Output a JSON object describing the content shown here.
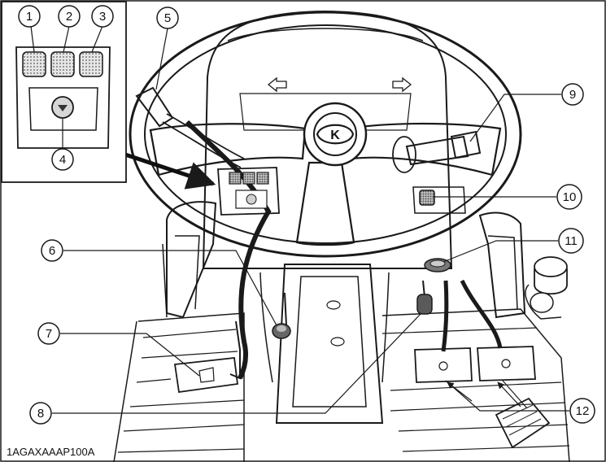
{
  "figure": {
    "caption": "1AGAXAAAP100A",
    "logo_letter": "K"
  },
  "callouts": [
    {
      "id": 1,
      "label": "①"
    },
    {
      "id": 2,
      "label": "②"
    },
    {
      "id": 3,
      "label": "③"
    },
    {
      "id": 4,
      "label": "④"
    },
    {
      "id": 5,
      "label": "⑤"
    },
    {
      "id": 6,
      "label": "⑥"
    },
    {
      "id": 7,
      "label": "⑦"
    },
    {
      "id": 8,
      "label": "⑧"
    },
    {
      "id": 9,
      "label": "⑨"
    },
    {
      "id": 10,
      "label": "⑩"
    },
    {
      "id": 11,
      "label": "⑪"
    },
    {
      "id": 12,
      "label": "⑫"
    }
  ],
  "colors": {
    "line": "#1a1a1a",
    "shade": "#9a9a9a",
    "light_shade": "#d9d9d9",
    "background": "#ffffff"
  }
}
